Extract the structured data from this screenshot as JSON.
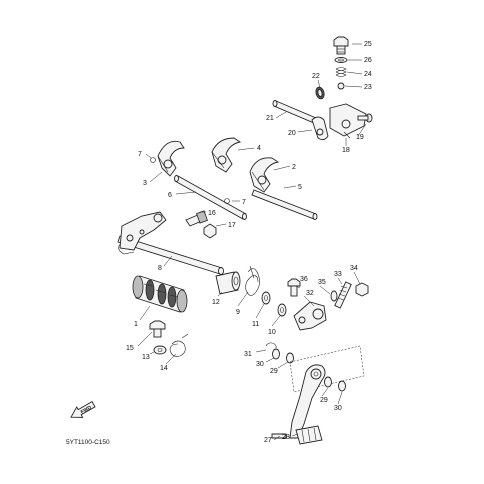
{
  "labels": [
    {
      "id": "1",
      "text": "1"
    },
    {
      "id": "2",
      "text": "2"
    },
    {
      "id": "3",
      "text": "3"
    },
    {
      "id": "4",
      "text": "4"
    },
    {
      "id": "5",
      "text": "5"
    },
    {
      "id": "6",
      "text": "6"
    },
    {
      "id": "7a",
      "text": "7"
    },
    {
      "id": "7b",
      "text": "7"
    },
    {
      "id": "8",
      "text": "8"
    },
    {
      "id": "9",
      "text": "9"
    },
    {
      "id": "10",
      "text": "10"
    },
    {
      "id": "11",
      "text": "11"
    },
    {
      "id": "12",
      "text": "12"
    },
    {
      "id": "13",
      "text": "13"
    },
    {
      "id": "14",
      "text": "14"
    },
    {
      "id": "15",
      "text": "15"
    },
    {
      "id": "16",
      "text": "16"
    },
    {
      "id": "17",
      "text": "17"
    },
    {
      "id": "18",
      "text": "18"
    },
    {
      "id": "19",
      "text": "19"
    },
    {
      "id": "20",
      "text": "20"
    },
    {
      "id": "21",
      "text": "21"
    },
    {
      "id": "22",
      "text": "22"
    },
    {
      "id": "23",
      "text": "23"
    },
    {
      "id": "24",
      "text": "24"
    },
    {
      "id": "25",
      "text": "25"
    },
    {
      "id": "26",
      "text": "26"
    },
    {
      "id": "27",
      "text": "27"
    },
    {
      "id": "28",
      "text": "28"
    },
    {
      "id": "29a",
      "text": "29"
    },
    {
      "id": "29b",
      "text": "29"
    },
    {
      "id": "30a",
      "text": "30"
    },
    {
      "id": "30b",
      "text": "30"
    },
    {
      "id": "31",
      "text": "31"
    },
    {
      "id": "32",
      "text": "32"
    },
    {
      "id": "33",
      "text": "33"
    },
    {
      "id": "34",
      "text": "34"
    },
    {
      "id": "35",
      "text": "35"
    },
    {
      "id": "36",
      "text": "36"
    }
  ],
  "fwd_label": "FWD",
  "diagram_code": "5YT1100-C150"
}
